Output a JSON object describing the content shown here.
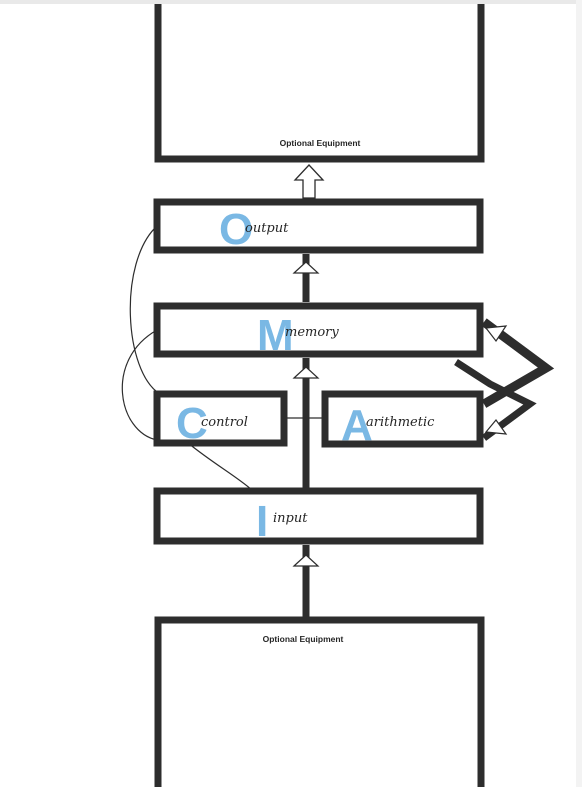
{
  "colors": {
    "ink": "#2d2d2d",
    "accent": "#7ab8e4",
    "paper": "#ffffff"
  },
  "top_equipment": {
    "label": "Optional Equipment"
  },
  "bottom_equipment": {
    "label": "Optional Equipment"
  },
  "output": {
    "initial": "O",
    "label": "output"
  },
  "memory": {
    "initial": "M",
    "label": "memory"
  },
  "control": {
    "initial": "C",
    "label": "control"
  },
  "arithmetic": {
    "initial": "A",
    "label": "arithmetic"
  },
  "input": {
    "initial": "I",
    "label": "input"
  }
}
